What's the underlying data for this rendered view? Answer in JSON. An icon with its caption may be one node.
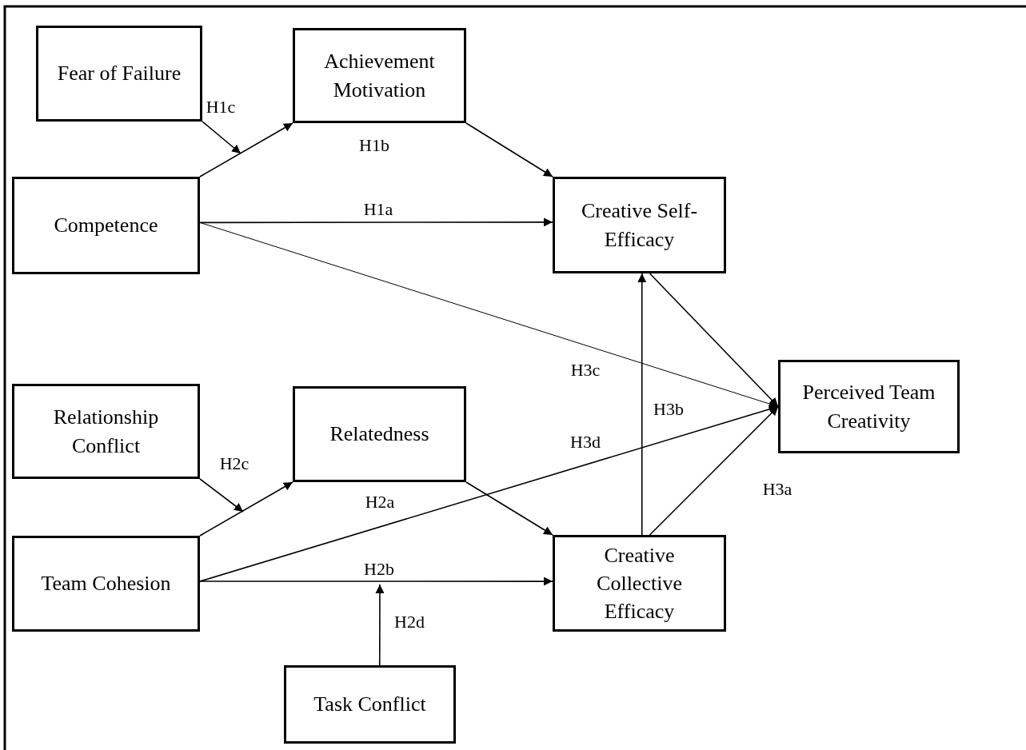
{
  "diagram": {
    "nodes": [
      {
        "text": [
          "Fear of Failure"
        ]
      },
      {
        "text": [
          "Achievement Motivation"
        ]
      },
      {
        "text": [
          "Competence"
        ]
      },
      {
        "text": [
          "Creative Self-Efficacy"
        ]
      },
      {
        "text": [
          "Relationship Conflict"
        ]
      },
      {
        "text": [
          "Relatedness"
        ]
      },
      {
        "text": [
          "Team Cohesion"
        ]
      },
      {
        "text": [
          "Creative Collective Efficacy"
        ]
      },
      {
        "text": [
          "Perceived Team Creativity"
        ]
      },
      {
        "text": [
          "Task Conflict"
        ]
      }
    ],
    "edges": [
      {
        "from": 2,
        "to": 1,
        "arrow": "to"
      },
      {
        "from": 0,
        "to": null,
        "arrow": "to",
        "label": "H1c"
      },
      {
        "from": 1,
        "to": 3,
        "arrow": "to"
      },
      {
        "from": 2,
        "to": 3,
        "arrow": "to",
        "label": "H1a"
      },
      {
        "from": 2,
        "to": 8,
        "arrow": "to",
        "label": "H3c"
      },
      {
        "from": 3,
        "to": 8,
        "arrow": "to"
      },
      {
        "from": 7,
        "to": 3,
        "arrow": "to",
        "label": "H3b"
      },
      {
        "from": 7,
        "to": 8,
        "arrow": "to",
        "label": "H3a"
      },
      {
        "from": 6,
        "to": 8,
        "arrow": "to",
        "label": "H3d"
      },
      {
        "from": 6,
        "to": 5,
        "arrow": "to"
      },
      {
        "from": 4,
        "to": null,
        "arrow": "to",
        "label": "H2c"
      },
      {
        "from": 5,
        "to": 7,
        "arrow": "to"
      },
      {
        "from": 6,
        "to": 7,
        "arrow": "to",
        "label": "H2b"
      },
      {
        "from": 9,
        "to": null,
        "arrow": "to",
        "label": "H2d"
      }
    ],
    "labels": [
      "H1b",
      "H2a"
    ]
  }
}
